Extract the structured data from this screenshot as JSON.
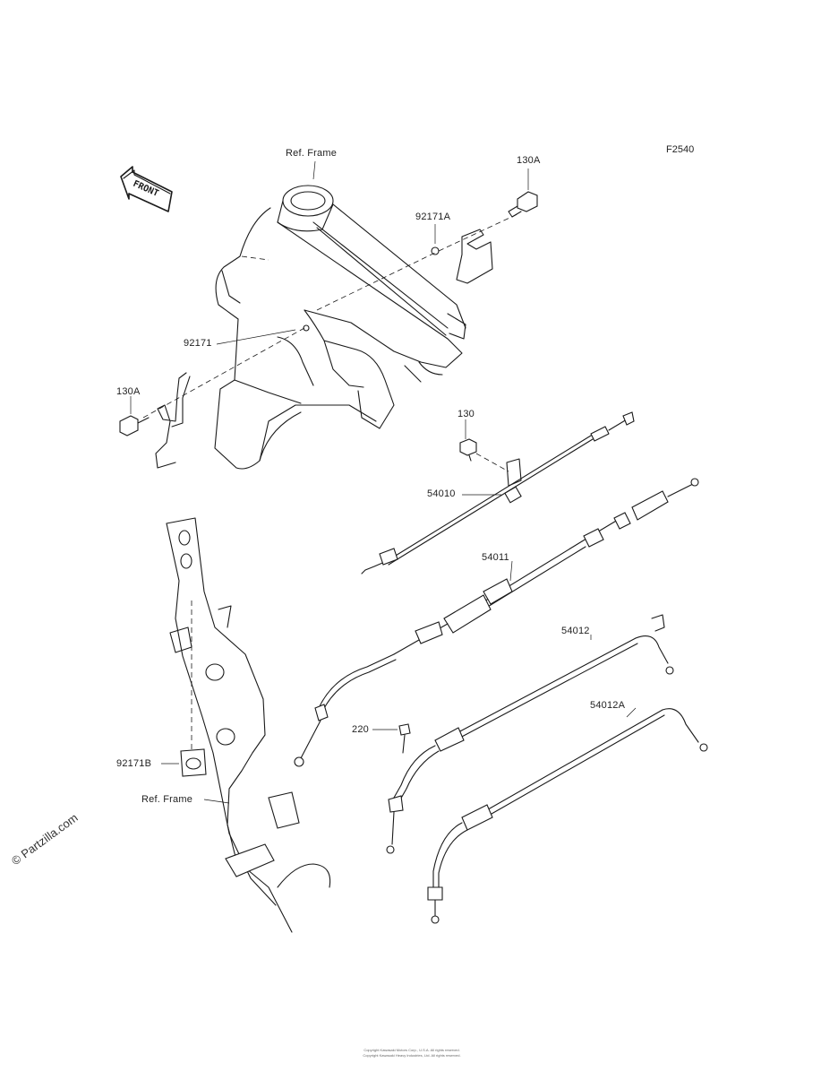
{
  "figure_code": "F2540",
  "front_marker": "FRONT",
  "watermark": "© Partzilla.com",
  "copyright_line1": "Copyright Kawasaki Motors Corp., U.S.A. All rights reserved.",
  "copyright_line2": "Copyright Kawasaki Heavy Industries, Ltd. All rights reserved.",
  "labels": {
    "ref_frame_top": "Ref. Frame",
    "part_130a_top": "130A",
    "part_92171a": "92171A",
    "part_92171": "92171",
    "part_130a_left": "130A",
    "part_130": "130",
    "part_54010": "54010",
    "part_54011": "54011",
    "part_54012": "54012",
    "part_54012a": "54012A",
    "part_220": "220",
    "part_92171b": "92171B",
    "ref_frame_bottom": "Ref. Frame"
  }
}
